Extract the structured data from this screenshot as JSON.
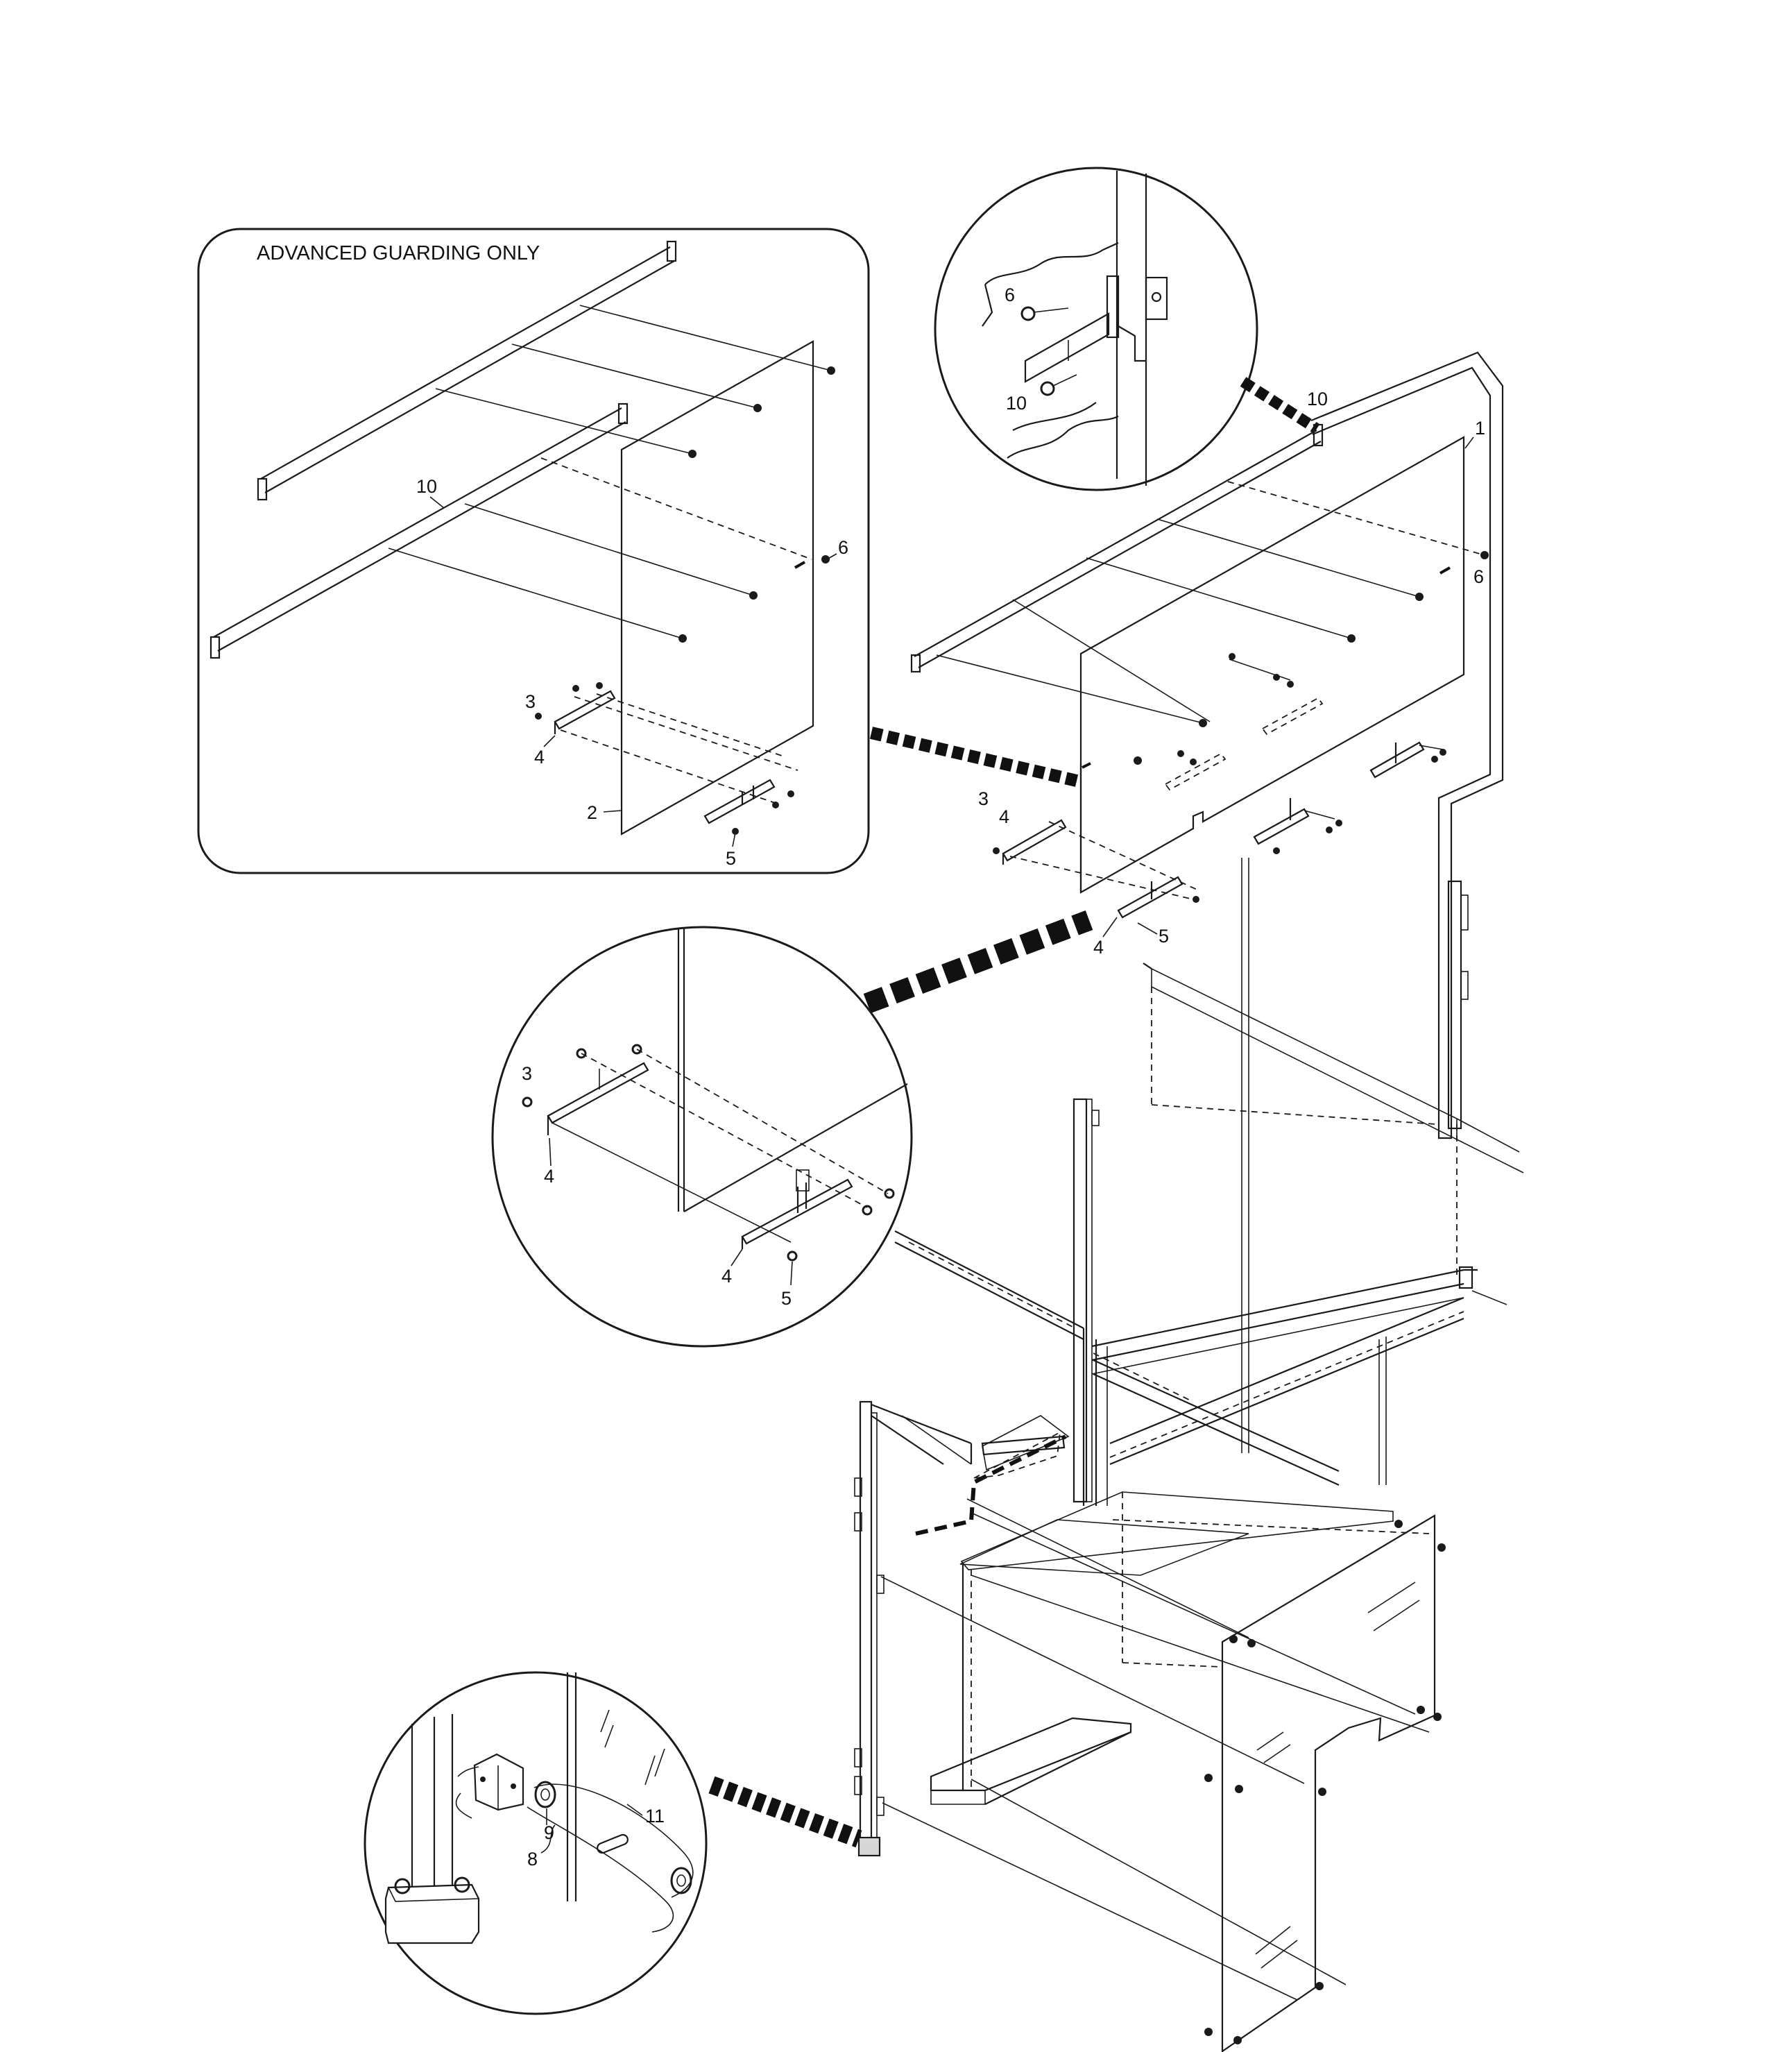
{
  "inset_title": "ADVANCED GUARDING ONLY",
  "callouts": {
    "c1": "1",
    "c2": "2",
    "c3": "3",
    "c4": "4",
    "c5": "5",
    "c6": "6",
    "c8": "8",
    "c9": "9",
    "c10": "10",
    "c11": "11"
  }
}
